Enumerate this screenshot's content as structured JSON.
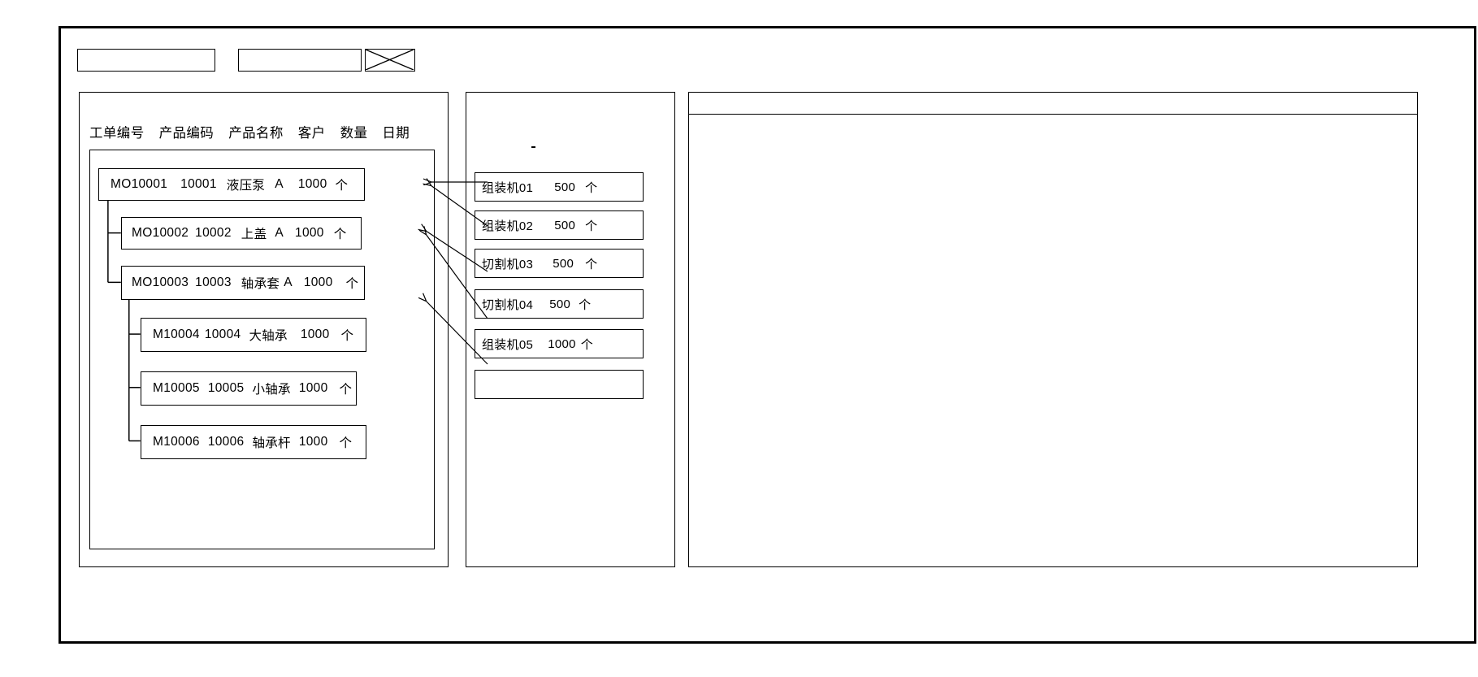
{
  "window": {
    "title": ""
  },
  "toolbar": {
    "field_1_value": "",
    "field_2_value": "",
    "image_placeholder_name": "image-placeholder-icon"
  },
  "left_panel": {
    "columns": [
      "工单编号",
      "产品编码",
      "产品名称",
      "客户",
      "数量",
      "日期"
    ],
    "rows": [
      {
        "level": 0,
        "order_no": "MO10001",
        "product_code": "10001",
        "product_name": "液压泵",
        "customer": "A",
        "quantity": "1000",
        "unit": "个"
      },
      {
        "level": 1,
        "order_no": "MO10002",
        "product_code": "10002",
        "product_name": "上盖",
        "customer": "A",
        "quantity": "1000",
        "unit": "个"
      },
      {
        "level": 1,
        "order_no": "MO10003",
        "product_code": "10003",
        "product_name": "轴承套",
        "customer": "A",
        "quantity": "1000",
        "unit": "个"
      },
      {
        "level": 2,
        "order_no": "M10004",
        "product_code": "10004",
        "product_name": "大轴承",
        "customer": "",
        "quantity": "1000",
        "unit": "个"
      },
      {
        "level": 2,
        "order_no": "M10005",
        "product_code": "10005",
        "product_name": "小轴承",
        "customer": "",
        "quantity": "1000",
        "unit": "个"
      },
      {
        "level": 2,
        "order_no": "M10006",
        "product_code": "10006",
        "product_name": "轴承杆",
        "customer": "",
        "quantity": "1000",
        "unit": "个"
      }
    ]
  },
  "middle_panel": {
    "cards": [
      {
        "machine": "组装机01",
        "quantity": "500",
        "unit": "个"
      },
      {
        "machine": "组装机02",
        "quantity": "500",
        "unit": "个"
      },
      {
        "machine": "切割机03",
        "quantity": "500",
        "unit": "个"
      },
      {
        "machine": "切割机04",
        "quantity": "500",
        "unit": "个"
      },
      {
        "machine": "组装机05",
        "quantity": "1000",
        "unit": "个"
      },
      {
        "machine": "",
        "quantity": "",
        "unit": ""
      }
    ]
  },
  "right_panel": {
    "header_text": "",
    "body_text": ""
  },
  "colors": {
    "stroke": "#000000",
    "background": "#ffffff"
  }
}
